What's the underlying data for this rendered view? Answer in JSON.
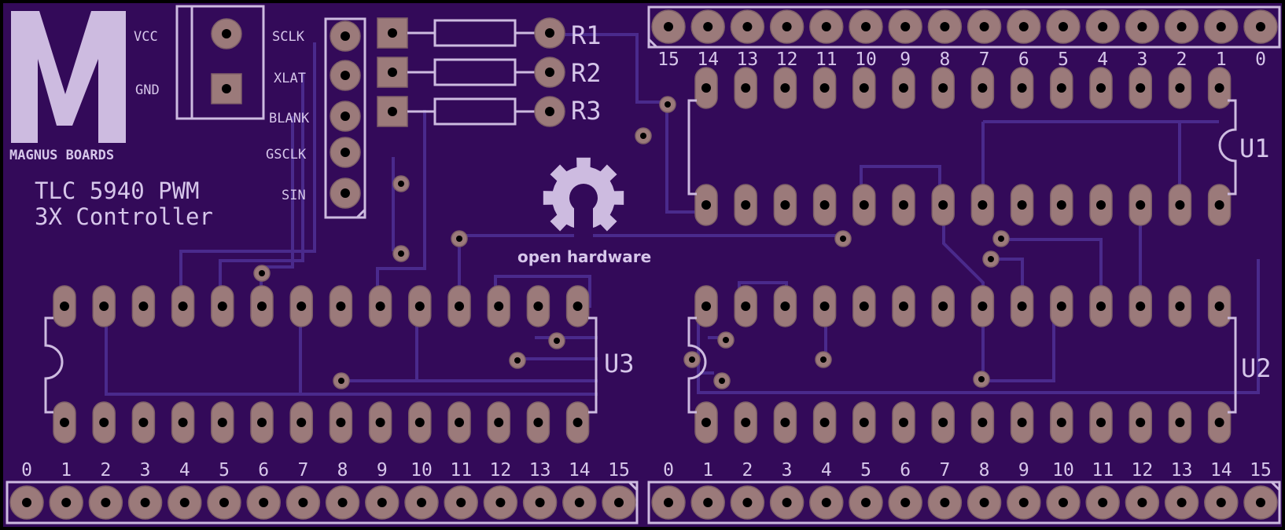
{
  "board": {
    "colors": {
      "substrate": "#330a59",
      "silkscreen": "#cdbbe0",
      "copper_trace": "#4a2a8c",
      "pad": "#9b7a7a",
      "drill": "#000000"
    },
    "logo": {
      "letter": "M",
      "caption": "MAGNUS BOARDS"
    },
    "title_line1": "TLC 5940 PWM",
    "title_line2": "3X Controller",
    "power_header": {
      "labels": [
        "VCC",
        "GND"
      ]
    },
    "signal_header": {
      "labels": [
        "SCLK",
        "XLAT",
        "BLANK",
        "GSCLK",
        "SIN"
      ]
    },
    "resistors": [
      "R1",
      "R2",
      "R3"
    ],
    "ics": [
      "U1",
      "U2",
      "U3"
    ],
    "oshw_text": "open hardware",
    "top_header_numbers": [
      "15",
      "14",
      "13",
      "12",
      "11",
      "10",
      "9",
      "8",
      "7",
      "6",
      "5",
      "4",
      "3",
      "2",
      "1",
      "0"
    ],
    "bottom_left_numbers": [
      "0",
      "1",
      "2",
      "3",
      "4",
      "5",
      "6",
      "7",
      "8",
      "9",
      "10",
      "11",
      "12",
      "13",
      "14",
      "15"
    ],
    "bottom_right_numbers": [
      "0",
      "1",
      "2",
      "3",
      "4",
      "5",
      "6",
      "7",
      "8",
      "9",
      "10",
      "11",
      "12",
      "13",
      "14",
      "15"
    ]
  }
}
